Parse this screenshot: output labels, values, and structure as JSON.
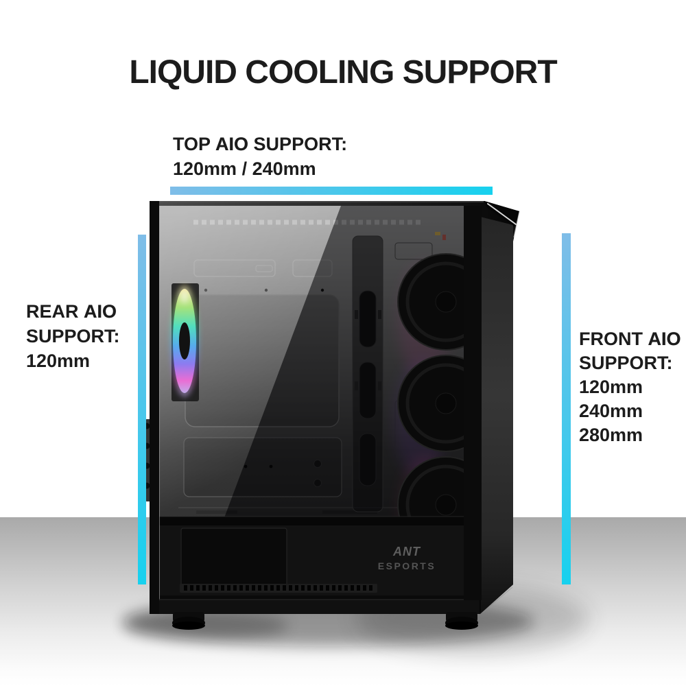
{
  "title": "LIQUID COOLING SUPPORT",
  "annotations": {
    "top": {
      "prefix": "TOP ",
      "emph": "AIO",
      "suffix": " SUPPORT:",
      "sizes_line": "120mm / 240mm"
    },
    "rear": {
      "prefix": "REAR ",
      "emph": "AIO",
      "support_line": "SUPPORT:",
      "sizes": [
        "120mm"
      ]
    },
    "front": {
      "prefix": "FRONT ",
      "emph": "AIO",
      "support_line": "SUPPORT:",
      "sizes": [
        "120mm",
        "240mm",
        "280mm"
      ]
    }
  },
  "product": {
    "brand": "ANT",
    "brand_sub": "ESPORTS"
  },
  "colors": {
    "accent_cyan": "#17d1ee",
    "accent_blue": "#7fbde8",
    "text": "#1c1c1c"
  }
}
